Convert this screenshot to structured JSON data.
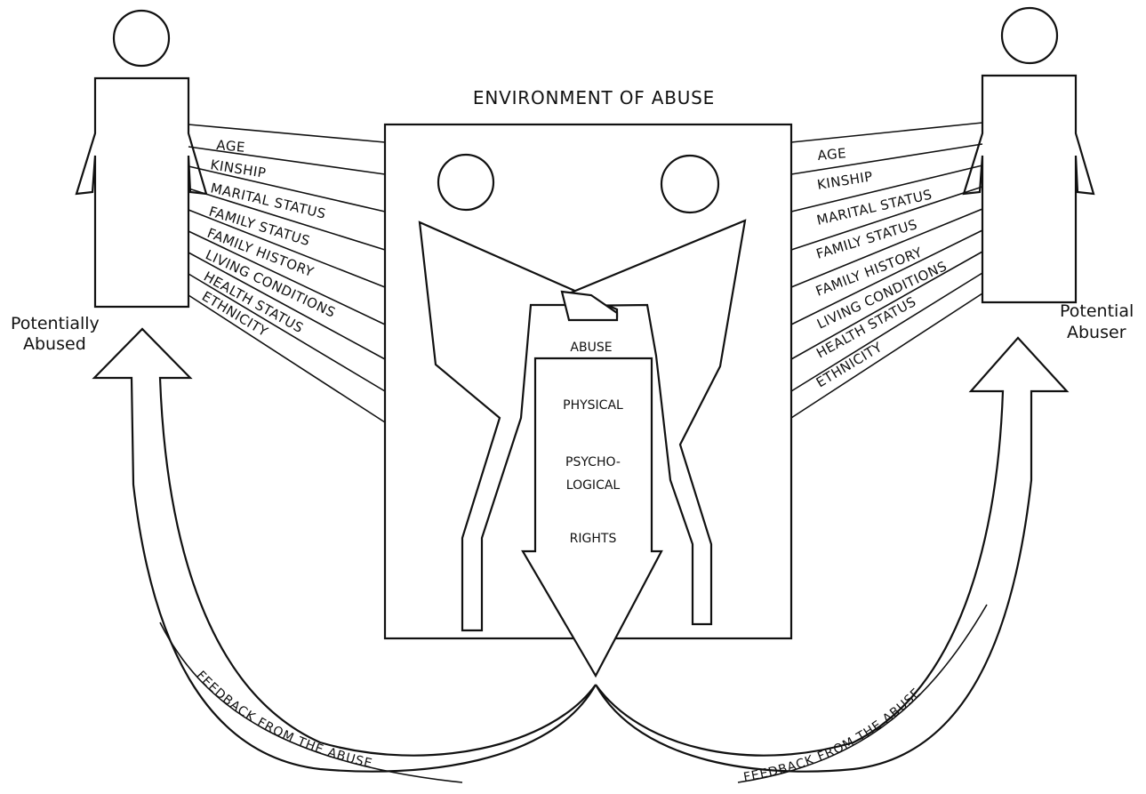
{
  "title": "ENVIRONMENT OF ABUSE",
  "left_figure_label": [
    "Potentially",
    "Abused"
  ],
  "right_figure_label": [
    "Potential",
    "Abuser"
  ],
  "factors": [
    "AGE",
    "KINSHIP",
    "MARITAL STATUS",
    "FAMILY STATUS",
    "FAMILY HISTORY",
    "LIVING CONDITIONS",
    "HEALTH STATUS",
    "ETHNICITY"
  ],
  "abuse_arrow": {
    "heading": "ABUSE",
    "types": [
      "PHYSICAL",
      "PSYCHO-",
      "LOGICAL",
      "RIGHTS"
    ]
  },
  "feedback_label": "FEEDBACK FROM THE ABUSE"
}
